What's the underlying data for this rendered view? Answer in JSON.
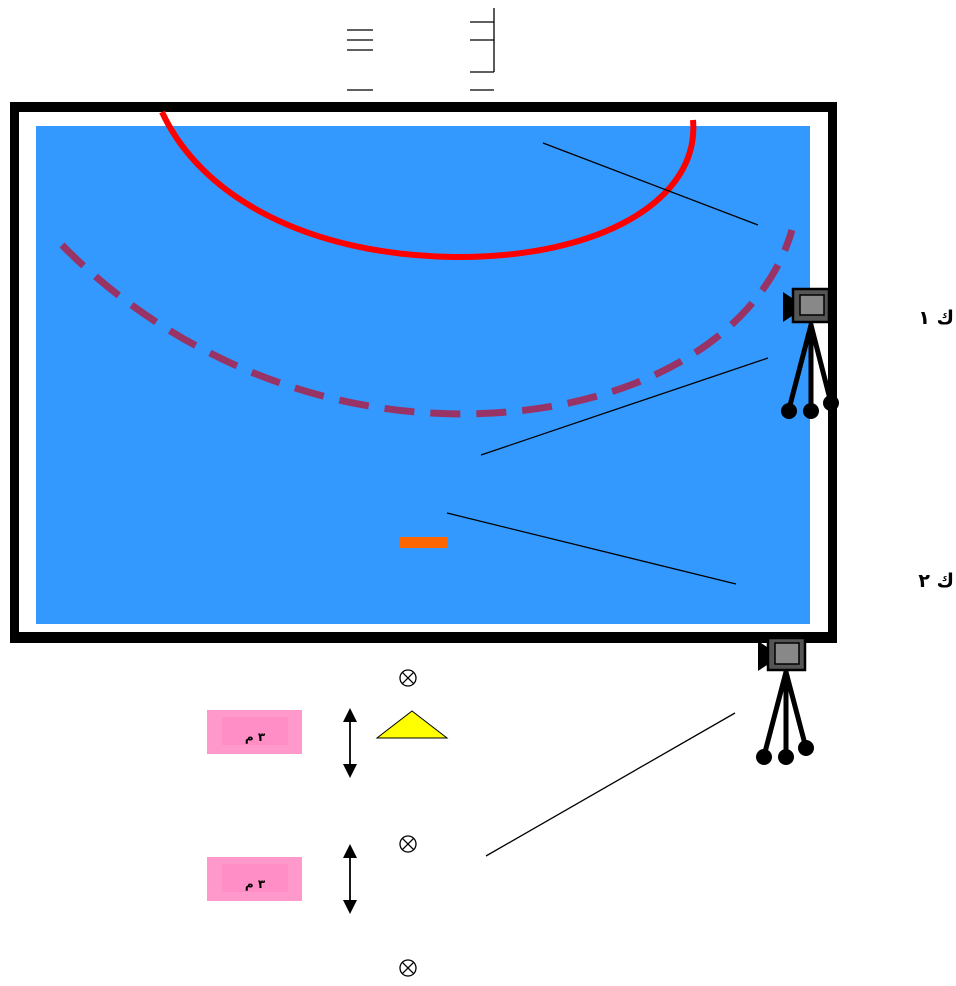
{
  "labels": {
    "camera_1": "ك ١",
    "camera_2": "ك ٢",
    "distance_1": "٣ م",
    "distance_2": "٣ م"
  },
  "colors": {
    "court": "#3399ff",
    "frame": "#000000",
    "goal_area_line": "#ff0000",
    "free_throw_line": "#993366",
    "marker": "#ff6600",
    "cone": "#ffff00",
    "distance_box": "#ff99cc"
  },
  "icons": [
    "video-camera-icon",
    "tripod-icon",
    "cone-icon",
    "x-marker-icon",
    "double-arrow-icon"
  ]
}
